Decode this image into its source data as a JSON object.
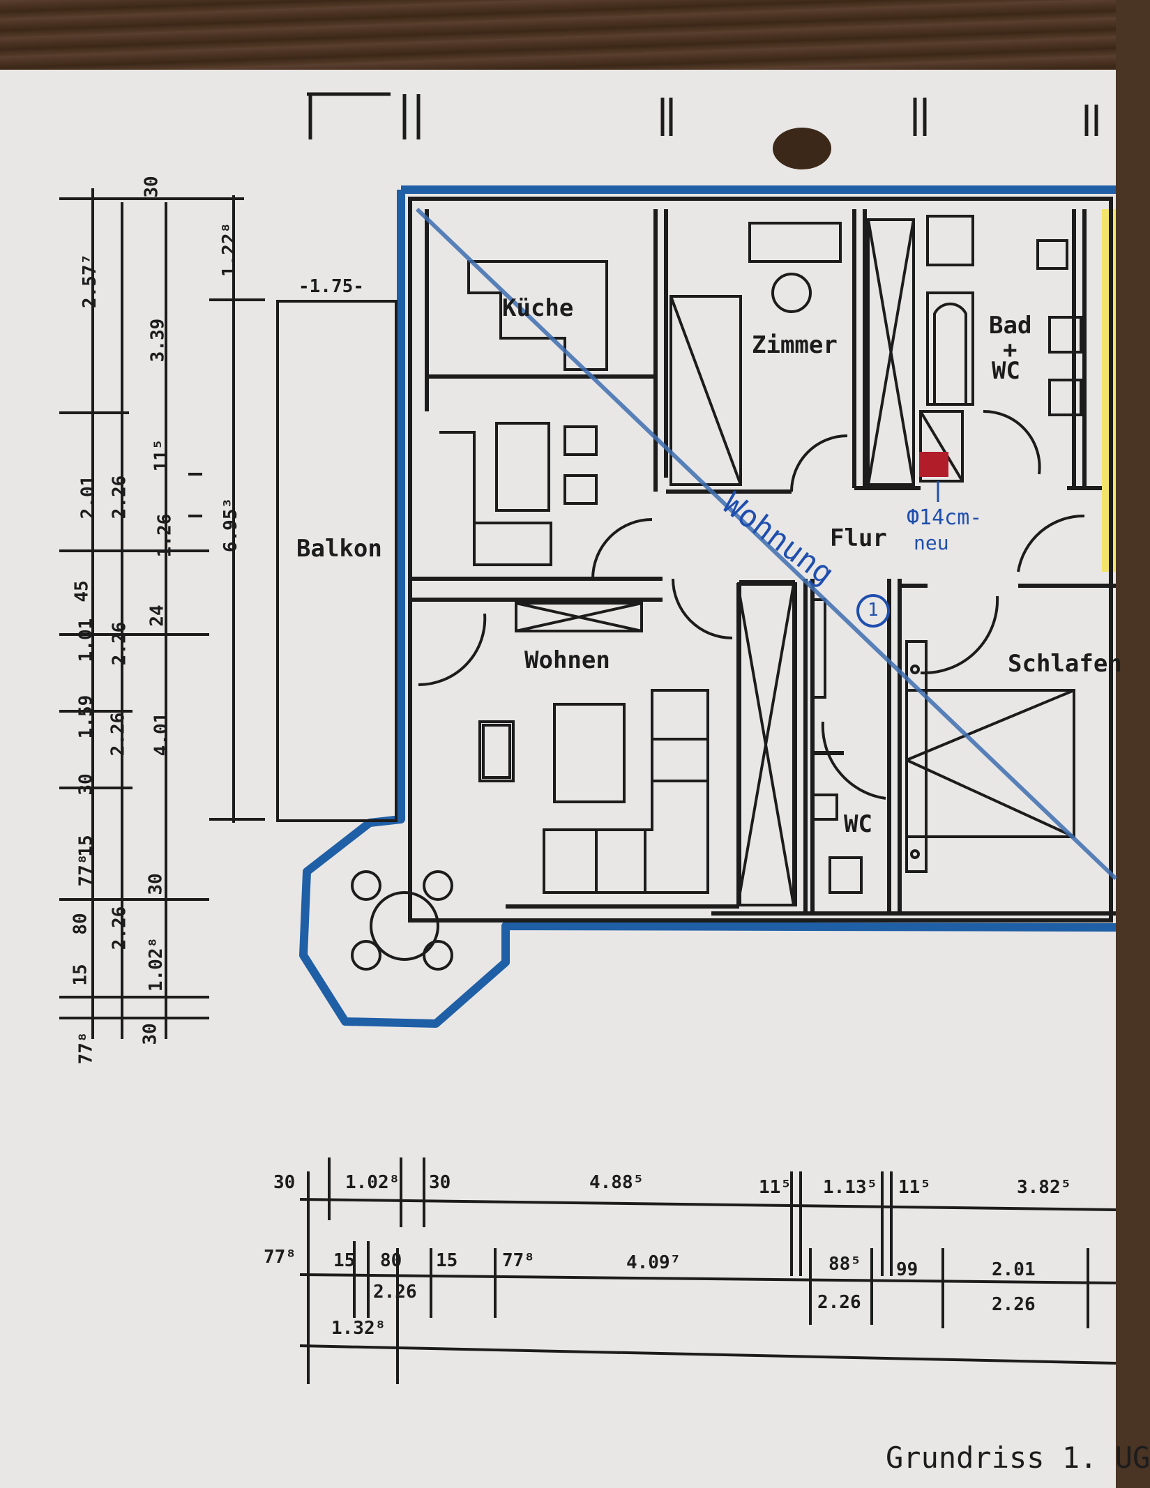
{
  "rooms": {
    "kueche": "Küche",
    "zimmer": "Zimmer",
    "bad": "Bad",
    "bad_plus": "+",
    "bad_wc": "WC",
    "flur": "Flur",
    "balkon": "Balkon",
    "wohnen": "Wohnen",
    "schlafen": "Schlafen",
    "wc": "WC"
  },
  "annotations": {
    "wohnung": "Wohnung",
    "wohnung_number": "1",
    "sign_line1": "Ф14cm-",
    "sign_line2": "neu",
    "balkon_dim": "-1.75-",
    "grundriss": "Grundriss 1. UG"
  },
  "left_dims": {
    "outer_col": [
      "30",
      "2.57⁷",
      "3.39",
      "2.01",
      "45",
      "1.01",
      "1.59",
      "30",
      "15",
      "77⁸",
      "80",
      "15",
      "77⁸"
    ],
    "inner_col": [
      "2.26",
      "2.26",
      "2.26",
      "2.26",
      "1.02⁸",
      "30"
    ],
    "third_col": [
      "11⁵",
      "1.26",
      "24",
      "4.01",
      "30",
      "30"
    ],
    "fourth_col": [
      "1.22⁸",
      "6.95³"
    ]
  },
  "bottom_dims": {
    "row1": [
      "30",
      "1.02⁸",
      "30",
      "4.88⁵",
      "11⁵",
      "1.13⁵",
      "11⁵",
      "3.82⁵"
    ],
    "row2": [
      "77⁸",
      "15",
      "80",
      "15",
      "77⁸",
      "4.09⁷",
      "88⁵",
      "99",
      "2.01"
    ],
    "row2_sub": [
      "2.26",
      "2.26",
      "2.26"
    ],
    "row3": [
      "1.32⁸"
    ]
  },
  "colors": {
    "wall_outline": "#1f5fa6",
    "diagonal": "#3f6fb0",
    "sign_mark": "#b21d2a",
    "yellow_strip": "#f2e36a",
    "ink": "#1c1c1c"
  }
}
